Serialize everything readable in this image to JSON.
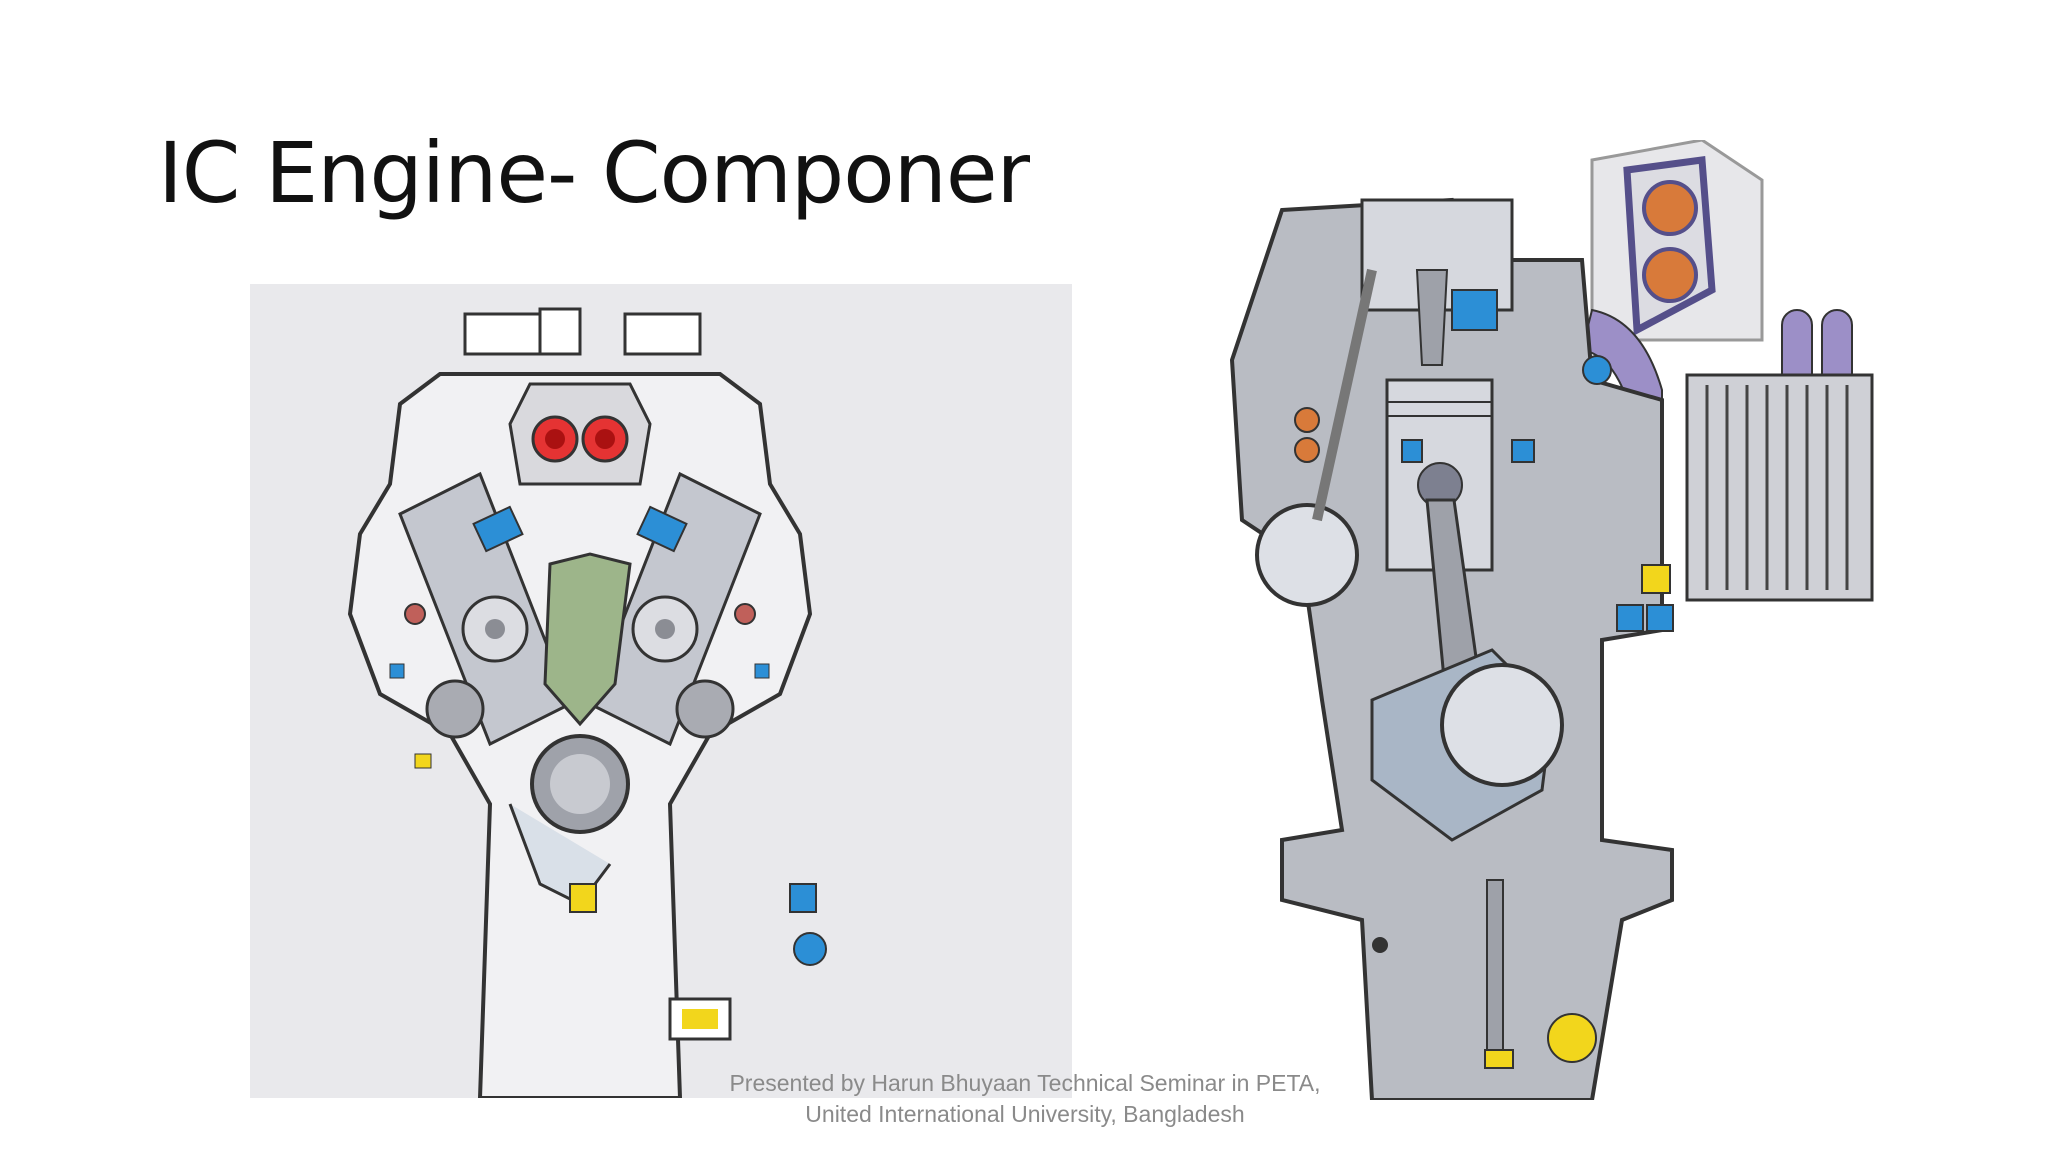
{
  "slide": {
    "title": "IC Engine- Components",
    "footer_line1": "Presented by Harun Bhuyaan  Technical Seminar in PETA,",
    "footer_line2": "United International University, Bangladesh"
  },
  "colors": {
    "background": "#ffffff",
    "title_text": "#111111",
    "footer_text": "#8a8a8a",
    "engine_gray": "#b9bcc3",
    "engine_outline": "#333333",
    "highlight_blue": "#2c8fd6",
    "highlight_yellow": "#f2d61c",
    "exhaust_red": "#e53333",
    "exhaust_orange": "#d87a3a",
    "air_purple": "#9c8fc7",
    "crankcase_green": "#9db58a"
  },
  "images": {
    "left": {
      "icon": "v-engine-cross-section-icon"
    },
    "right": {
      "icon": "inline-engine-cross-section-icon"
    }
  }
}
